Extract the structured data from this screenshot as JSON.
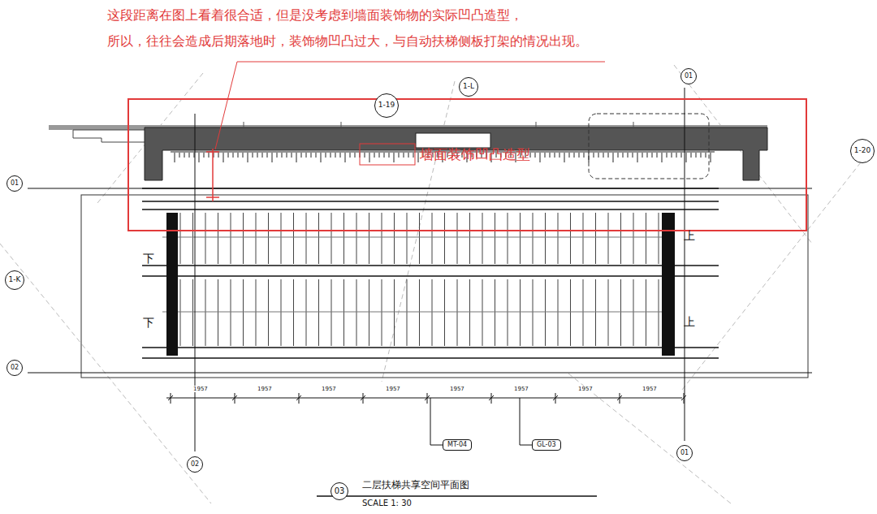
{
  "diagram": {
    "title": "二层扶梯共享空间平面图",
    "caption": "SCALE 1: 30",
    "nodes": [
      {
        "text": [
          "1-19"
        ]
      },
      {
        "text": [
          "1-L"
        ]
      },
      {
        "text": [
          "1-20"
        ]
      },
      {
        "text": [
          "1-K"
        ]
      },
      {
        "text": [
          "01"
        ]
      },
      {
        "text": [
          "01"
        ]
      },
      {
        "text": [
          "02"
        ]
      },
      {
        "text": [
          "02"
        ]
      },
      {
        "text": [
          "01"
        ]
      },
      {
        "text": [
          "MT-04"
        ]
      },
      {
        "text": [
          "GL-03"
        ]
      },
      {
        "text": [
          "03"
        ]
      }
    ],
    "labels": [
      "这段距离在图上看着很合适，但是没考虑到墙面装饰物的实际凹凸造型，",
      "所以，往往会造成后期落地时，装饰物凹凸过大，与自动扶梯侧板打架的情况出现。",
      "墙面装饰凹凸造型",
      "下",
      "下",
      "上",
      "上",
      "1957",
      "1957",
      "1957",
      "1957",
      "1957",
      "1957",
      "1957",
      "1957"
    ]
  }
}
